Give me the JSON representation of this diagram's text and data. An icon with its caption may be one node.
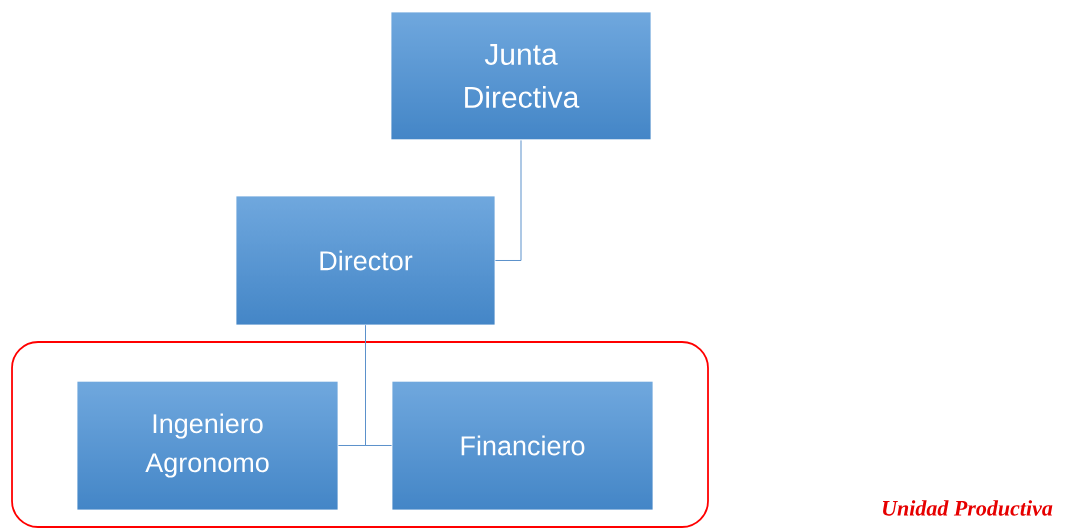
{
  "diagram": {
    "nodes": [
      {
        "text": [
          "Junta Directiva"
        ]
      },
      {
        "text": [
          "Director"
        ]
      },
      {
        "text": [],
        "shape": "box"
      },
      {
        "text": [
          "Ingeniero Agronomo"
        ],
        "in": 2
      },
      {
        "text": [
          "Financiero"
        ],
        "in": 2
      }
    ],
    "edges": [
      {
        "from": 0,
        "to": 1,
        "arrow": "none"
      },
      {
        "from": 1,
        "to": 3,
        "arrow": "none"
      },
      {
        "from": 1,
        "to": 4,
        "arrow": "none"
      }
    ],
    "labels": [
      "Unidad Productiva"
    ]
  }
}
